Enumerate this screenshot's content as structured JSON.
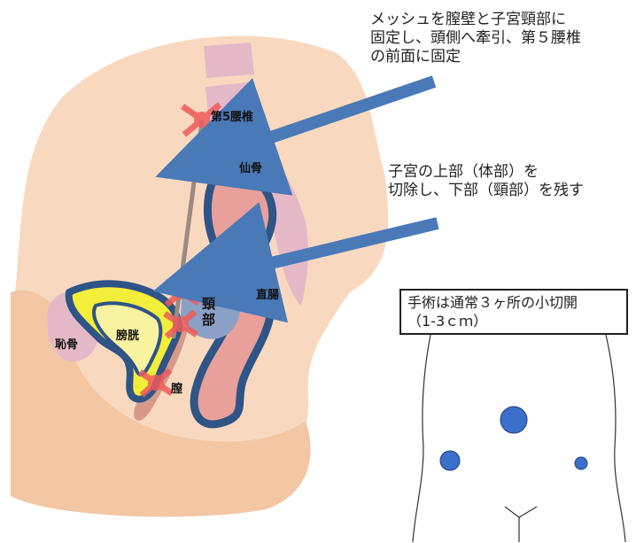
{
  "notes": {
    "mesh": "メッシュを膣壁と子宮頸部に\n固定し、頭側へ牽引、第５腰椎\nの前面に固定",
    "uterus": "子宮の上部（体部）を\n切除し、下部（頸部）を残す"
  },
  "surgery_box": {
    "text": "手術は通常３ヶ所の小切開\n（1-3ｃｍ）"
  },
  "labels": {
    "l5": "第5腰椎",
    "sacrum": "仙骨",
    "cervix": "頸\n部",
    "rectum": "直腸",
    "pubis": "恥骨",
    "bladder": "膀胱",
    "vagina": "膣"
  },
  "colors": {
    "body": "#f8d9c0",
    "bone": "#e6b9c8",
    "organ_outline": "#2f5486",
    "organ_fill": "#e9a09a",
    "bladder_fill": "#f3ee3a",
    "cervix_fill": "#8aa0c7",
    "mesh": "#9a8a82",
    "arrow": "#4a79b8",
    "fixation": "#ee5b5b",
    "incision": "#3a6fcc"
  }
}
